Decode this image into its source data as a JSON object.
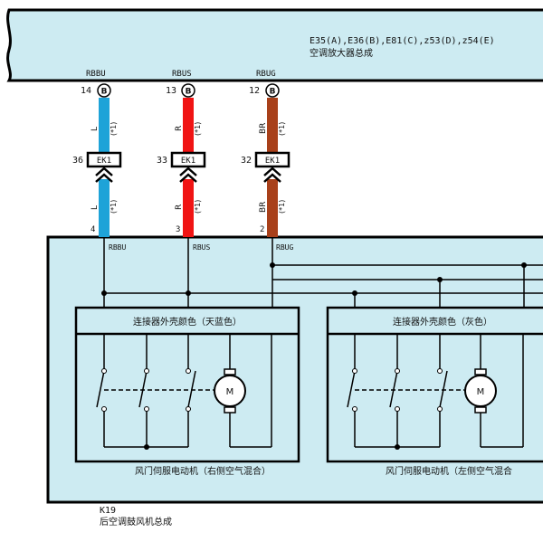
{
  "top_unit": {
    "connectors": "E35(A),E36(B),E81(C),z53(D),z54(E)",
    "name": "空调放大器总成"
  },
  "wires": [
    {
      "signal": "RBBU",
      "top_pin": "14",
      "top_conn": "B",
      "color_code": "L",
      "color": "#1ea3d8",
      "note": "(*1)",
      "junction": "EK1",
      "junction_pin": "36",
      "bottom_pin": "4",
      "bottom_signal": "RBBU"
    },
    {
      "signal": "RBUS",
      "top_pin": "13",
      "top_conn": "B",
      "color_code": "R",
      "color": "#f01414",
      "note": "(*1)",
      "junction": "EK1",
      "junction_pin": "33",
      "bottom_pin": "3",
      "bottom_signal": "RBUS"
    },
    {
      "signal": "RBUG",
      "top_pin": "12",
      "top_conn": "B",
      "color_code": "BR",
      "color": "#a8401a",
      "note": "(*1)",
      "junction": "EK1",
      "junction_pin": "32",
      "bottom_pin": "2",
      "bottom_signal": "RBUG"
    }
  ],
  "motors": [
    {
      "connector_color": "连接器外壳颜色（天蓝色）",
      "name": "风门伺服电动机（右侧空气混合）",
      "symbol": "M"
    },
    {
      "connector_color": "连接器外壳颜色（灰色）",
      "name": "风门伺服电动机（左侧空气混合",
      "symbol": "M"
    }
  ],
  "bottom_unit": {
    "code": "K19",
    "name": "后空调鼓风机总成"
  },
  "colors": {
    "panel": "#cdebf2",
    "outline": "#000000"
  }
}
